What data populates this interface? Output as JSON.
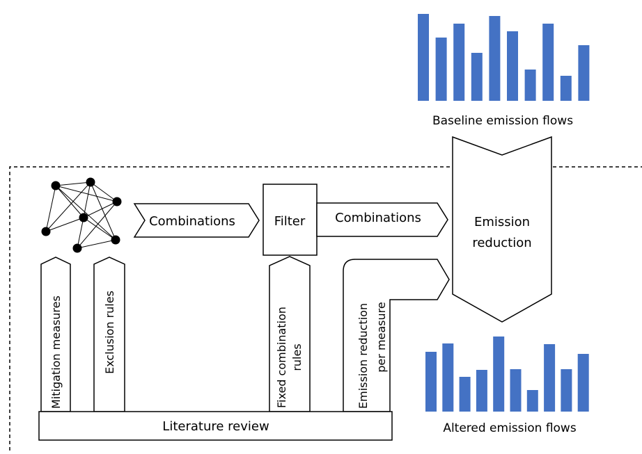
{
  "colors": {
    "bar": "#4472c4",
    "line": "#000000",
    "background": "#ffffff"
  },
  "labels": {
    "combinations_left": "Combinations",
    "filter": "Filter",
    "combinations_right": "Combinations",
    "emission_reduction_line1": "Emission",
    "emission_reduction_line2": "reduction",
    "mitigation_measures": "Mitigation measures",
    "exclusion_rules": "Exclusion rules",
    "fixed_combination_rules_line1": "Fixed combination",
    "fixed_combination_rules_line2": "rules",
    "emission_reduction_per_measure_line1": "Emission reduction",
    "emission_reduction_per_measure_line2": "per measure",
    "literature_review": "Literature review",
    "baseline_emission_flows": "Baseline emission flows",
    "altered_emission_flows": "Altered emission flows"
  },
  "baseline_flows": {
    "values": [
      125,
      91,
      111,
      69,
      122,
      100,
      45,
      111,
      36,
      80
    ]
  },
  "altered_flows": {
    "values": [
      86,
      98,
      50,
      60,
      108,
      61,
      31,
      97,
      61,
      83
    ]
  },
  "network": {
    "icon": "network-graph-icon"
  }
}
